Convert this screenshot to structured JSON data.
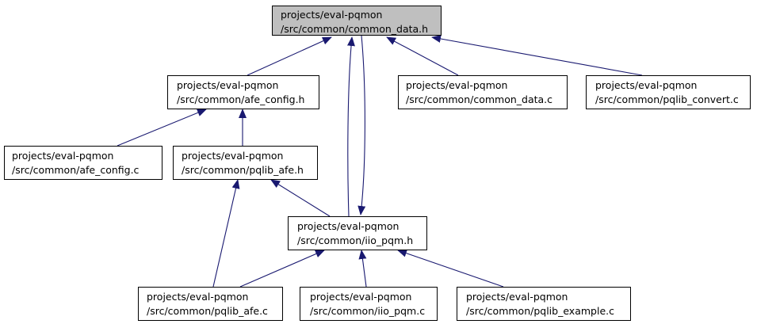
{
  "graph": {
    "type": "include-dependency-graph",
    "edge_color": "#191970",
    "current_fill": "#bfbfbf",
    "nodes": {
      "common_data_h": {
        "line1": "projects/eval-pqmon",
        "line2": "/src/common/common_data.h"
      },
      "afe_config_h": {
        "line1": "projects/eval-pqmon",
        "line2": "/src/common/afe_config.h"
      },
      "common_data_c": {
        "line1": "projects/eval-pqmon",
        "line2": "/src/common/common_data.c"
      },
      "pqlib_convert_c": {
        "line1": "projects/eval-pqmon",
        "line2": "/src/common/pqlib_convert.c"
      },
      "afe_config_c": {
        "line1": "projects/eval-pqmon",
        "line2": "/src/common/afe_config.c"
      },
      "pqlib_afe_h": {
        "line1": "projects/eval-pqmon",
        "line2": "/src/common/pqlib_afe.h"
      },
      "iio_pqm_h": {
        "line1": "projects/eval-pqmon",
        "line2": "/src/common/iio_pqm.h"
      },
      "pqlib_afe_c": {
        "line1": "projects/eval-pqmon",
        "line2": "/src/common/pqlib_afe.c"
      },
      "iio_pqm_c": {
        "line1": "projects/eval-pqmon",
        "line2": "/src/common/iio_pqm.c"
      },
      "pqlib_example_c": {
        "line1": "projects/eval-pqmon",
        "line2": "/src/common/pqlib_example.c"
      }
    },
    "edges": [
      {
        "from": "common_data_h",
        "to": "afe_config_h"
      },
      {
        "from": "common_data_h",
        "to": "iio_pqm_h"
      },
      {
        "from": "common_data_h",
        "to": "common_data_c"
      },
      {
        "from": "common_data_h",
        "to": "pqlib_convert_c"
      },
      {
        "from": "afe_config_h",
        "to": "afe_config_c"
      },
      {
        "from": "afe_config_h",
        "to": "pqlib_afe_h"
      },
      {
        "from": "pqlib_afe_h",
        "to": "pqlib_afe_c"
      },
      {
        "from": "pqlib_afe_h",
        "to": "iio_pqm_h"
      },
      {
        "from": "iio_pqm_h",
        "to": "common_data_h"
      },
      {
        "from": "iio_pqm_h",
        "to": "pqlib_afe_c"
      },
      {
        "from": "iio_pqm_h",
        "to": "iio_pqm_c"
      },
      {
        "from": "iio_pqm_h",
        "to": "pqlib_example_c"
      }
    ]
  }
}
